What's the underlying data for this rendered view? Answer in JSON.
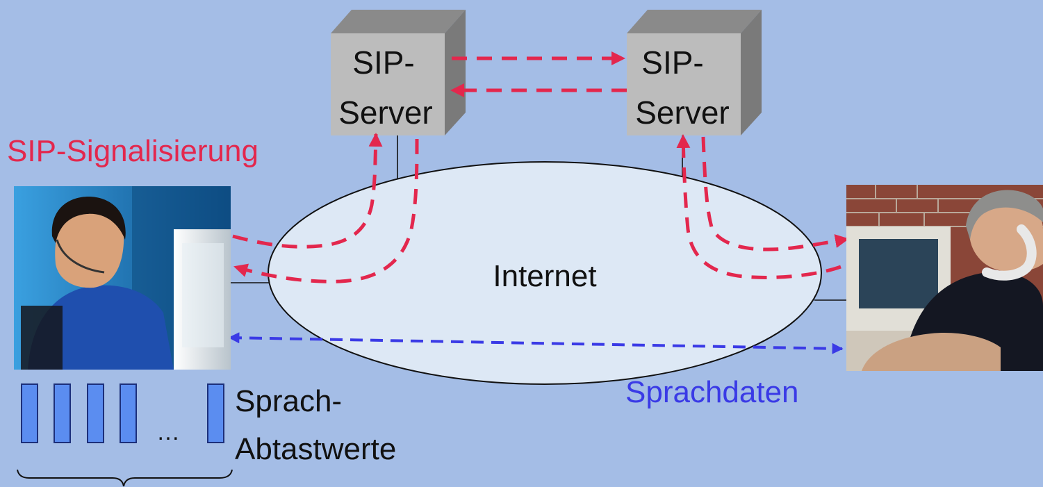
{
  "labels": {
    "server_left_line1": "SIP-",
    "server_left_line2": "Server",
    "server_right_line1": "SIP-",
    "server_right_line2": "Server",
    "signaling": "SIP-Signalisierung",
    "network": "Internet",
    "voice_data": "Sprachdaten",
    "ellipsis": "…",
    "samples_line1": "Sprach-",
    "samples_line2": "Abtastwerte"
  },
  "colors": {
    "background": "#a4bde6",
    "signaling": "#e3274d",
    "voice_data": "#3a3ae6",
    "cloud_fill": "#dde8f5",
    "server_front": "#bcbcbc",
    "sample_fill": "#5b8df0",
    "sample_stroke": "#1c2f7a"
  },
  "images": {
    "caller_left": "person-with-headset-at-computer",
    "callee_right": "person-on-phone-at-computer"
  }
}
